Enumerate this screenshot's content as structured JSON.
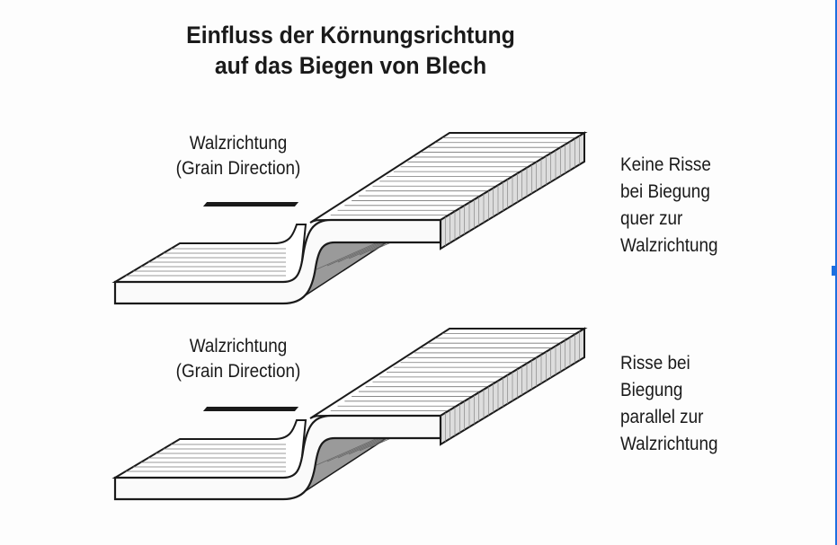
{
  "title": {
    "line1": "Einfluss der Körnungsrichtung",
    "line2": "auf das Biegen von Blech"
  },
  "panels": [
    {
      "label_line1": "Walzrichtung",
      "label_line2": "(Grain Direction)",
      "desc": [
        "Keine Risse",
        "bei Biegung",
        "quer zur",
        "Walzrichtung"
      ]
    },
    {
      "label_line1": "Walzrichtung",
      "label_line2": "(Grain Direction)",
      "desc": [
        "Risse bei",
        "Biegung",
        "parallel zur",
        "Walzrichtung"
      ]
    }
  ],
  "colors": {
    "ink": "#1a1a1a",
    "shade": "#9a9a9a",
    "accent": "#1e6fe0"
  }
}
